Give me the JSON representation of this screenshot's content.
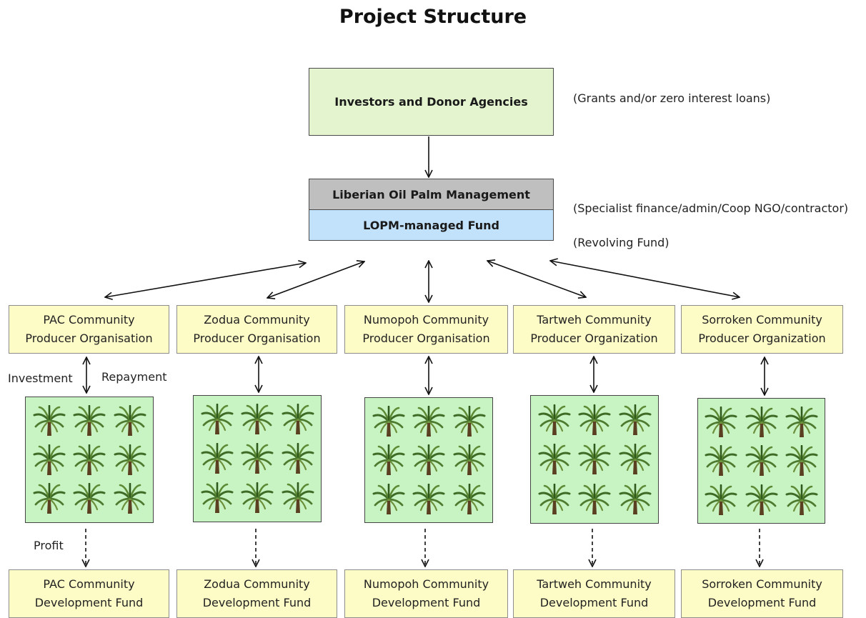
{
  "title": "Project Structure",
  "top": {
    "investors": "Investors and Donor Agencies",
    "management": "Liberian Oil Palm Management",
    "fund": "LOPM-managed Fund"
  },
  "notes": {
    "investors": "(Grants and/or zero interest loans)",
    "management": "(Specialist finance/admin/Coop NGO/contractor)",
    "fund": "(Revolving Fund)"
  },
  "flow_labels": {
    "investment": "Investment",
    "repayment": "Repayment",
    "profit": "Profit"
  },
  "columns": [
    {
      "org_line1": "PAC Community",
      "org_line2": "Producer Organisation",
      "dev_line1": "PAC Community",
      "dev_line2": "Development Fund"
    },
    {
      "org_line1": "Zodua Community",
      "org_line2": "Producer Organisation",
      "dev_line1": "Zodua Community",
      "dev_line2": "Development Fund"
    },
    {
      "org_line1": "Numopoh Community",
      "org_line2": "Producer Organisation",
      "dev_line1": "Numopoh Community",
      "dev_line2": "Development Fund"
    },
    {
      "org_line1": "Tartweh Community",
      "org_line2": "Producer Organization",
      "dev_line1": "Tartweh Community",
      "dev_line2": "Development Fund"
    },
    {
      "org_line1": "Sorroken Community",
      "org_line2": "Producer Organization",
      "dev_line1": "Sorroken Community",
      "dev_line2": "Development Fund"
    }
  ],
  "icons": {
    "plantation_tree": "palm-tree-icon"
  },
  "colors": {
    "investors_fill": "#e3f4cf",
    "management_fill": "#bfbfbf",
    "fund_fill": "#c2e2fb",
    "org_fill": "#fefcc6",
    "plantation_fill": "#c8f3c2"
  }
}
